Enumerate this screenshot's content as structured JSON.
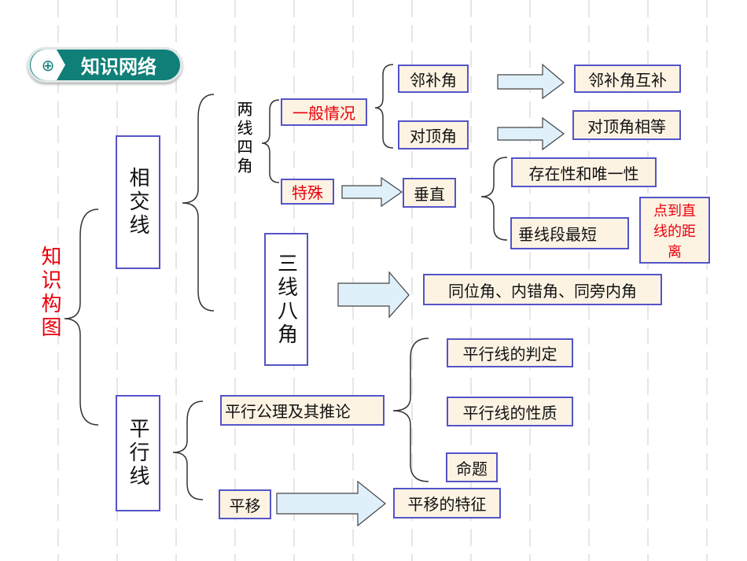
{
  "header": {
    "title": "知识网络",
    "icon": "magnifier-plus-icon"
  },
  "root": "知识构图",
  "intersecting": {
    "label": "相交线",
    "two_lines_four_angles": "两线四角",
    "general": "一般情况",
    "special": "特殊",
    "adjacent": "邻补角",
    "adjacent_result": "邻补角互补",
    "vertical": "对顶角",
    "vertical_result": "对顶角相等",
    "perpendicular": "垂直",
    "existence": "存在性和唯一性",
    "shortest": "垂线段最短",
    "distance": "点到直线的距离",
    "three_lines_eight_angles": "三线八角",
    "angle_types": "同位角、内错角、同旁内角"
  },
  "parallel": {
    "label": "平行线",
    "axiom": "平行公理及其推论",
    "criteria": "平行线的判定",
    "properties": "平行线的性质",
    "proposition": "命题",
    "translation": "平移",
    "translation_features": "平移的特征"
  },
  "colors": {
    "box_fill": "#fdf3e3",
    "box_border": "#5454c8",
    "red": "#e8000b",
    "header": "#0f7f78",
    "arrow_fill": "#dff0fb"
  }
}
